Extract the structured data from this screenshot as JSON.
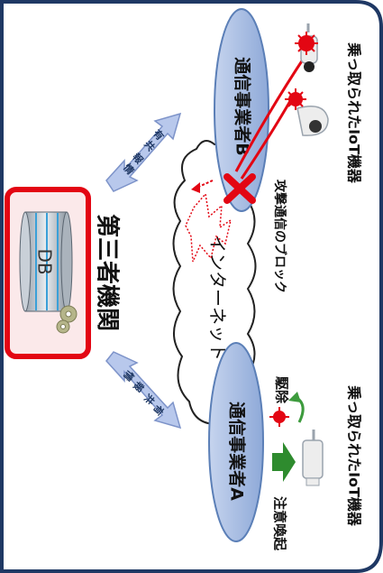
{
  "third_party": {
    "label": "第三者機関",
    "db_label": "DB"
  },
  "carriers": {
    "a": "通信事業者A",
    "b": "通信事業者B"
  },
  "internet": "インターネット",
  "info_share": {
    "upper": [
      "情",
      "報",
      "共",
      "有"
    ],
    "lower": [
      "情",
      "報",
      "共",
      "有"
    ]
  },
  "actions": {
    "alert": "注意喚起",
    "removal": "駆除",
    "block": "攻撃通信のブロック"
  },
  "devices": {
    "a_label": "乗っ取られたIoT機器",
    "b_label": "乗っ取られたIoT機器"
  },
  "colors": {
    "frame": "#1f3864",
    "ellipse": "#a9bde0",
    "ellipse_stroke": "#5b7fb7",
    "db_box": "#e30613",
    "attack": "#e30613",
    "arrow_green": "#2e8b2e",
    "share_arrow": "#b8c8ec"
  },
  "icons": [
    "database-icon",
    "gear-icon",
    "camera-icon",
    "virus-icon",
    "block-x-icon",
    "recycle-arrow-icon"
  ]
}
